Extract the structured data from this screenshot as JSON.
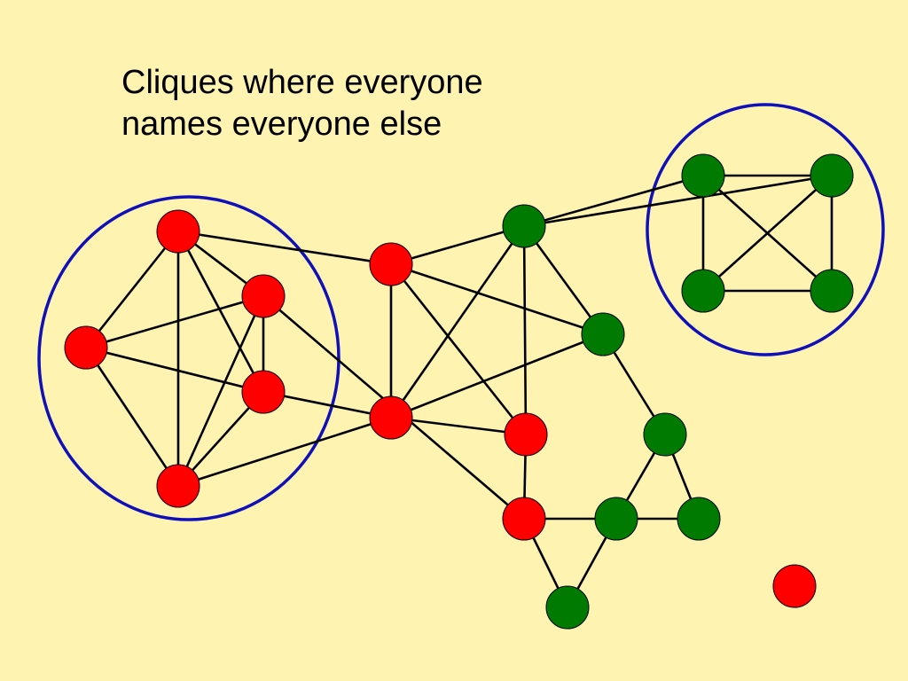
{
  "title": {
    "line1": "Cliques where everyone",
    "line2": "names everyone else"
  },
  "colors": {
    "background": "#FEF3B0",
    "red": "#FF0000",
    "green": "#007A00",
    "ring": "#1010B8",
    "edge": "#000000"
  },
  "nodes": [
    {
      "id": "r1",
      "color": "red"
    },
    {
      "id": "r2",
      "color": "red"
    },
    {
      "id": "r3",
      "color": "red"
    },
    {
      "id": "r4",
      "color": "red"
    },
    {
      "id": "r5",
      "color": "red"
    },
    {
      "id": "r6",
      "color": "red"
    },
    {
      "id": "r7",
      "color": "red"
    },
    {
      "id": "r8",
      "color": "red"
    },
    {
      "id": "r9",
      "color": "red"
    },
    {
      "id": "r10",
      "color": "red"
    },
    {
      "id": "g1",
      "color": "green"
    },
    {
      "id": "g2",
      "color": "green"
    },
    {
      "id": "g3",
      "color": "green"
    },
    {
      "id": "g4",
      "color": "green"
    },
    {
      "id": "g5",
      "color": "green"
    },
    {
      "id": "g6",
      "color": "green"
    },
    {
      "id": "g7",
      "color": "green"
    },
    {
      "id": "g8",
      "color": "green"
    },
    {
      "id": "g9",
      "color": "green"
    },
    {
      "id": "g10",
      "color": "green"
    }
  ],
  "edges": [
    [
      "r1",
      "r2"
    ],
    [
      "r1",
      "r3"
    ],
    [
      "r1",
      "r4"
    ],
    [
      "r1",
      "r5"
    ],
    [
      "r1",
      "r6"
    ],
    [
      "r2",
      "r3"
    ],
    [
      "r2",
      "r4"
    ],
    [
      "r2",
      "r5"
    ],
    [
      "r2",
      "r7"
    ],
    [
      "r3",
      "r4"
    ],
    [
      "r3",
      "r5"
    ],
    [
      "r4",
      "r5"
    ],
    [
      "r4",
      "r8"
    ],
    [
      "r5",
      "r8"
    ],
    [
      "r6",
      "r8"
    ],
    [
      "r6",
      "g1"
    ],
    [
      "r6",
      "g2"
    ],
    [
      "r6",
      "r9"
    ],
    [
      "r8",
      "g1"
    ],
    [
      "r8",
      "g2"
    ],
    [
      "r8",
      "r9"
    ],
    [
      "g1",
      "r9"
    ],
    [
      "g1",
      "g2"
    ],
    [
      "g1",
      "g3"
    ],
    [
      "g1",
      "g4"
    ],
    [
      "g3",
      "g4"
    ],
    [
      "g3",
      "g5"
    ],
    [
      "g3",
      "g6"
    ],
    [
      "g4",
      "g5"
    ],
    [
      "g4",
      "g6"
    ],
    [
      "g5",
      "g6"
    ],
    [
      "g2",
      "g7"
    ],
    [
      "r9",
      "r7"
    ],
    [
      "g7",
      "g8"
    ],
    [
      "g7",
      "g9"
    ],
    [
      "r7",
      "g8"
    ],
    [
      "r7",
      "g10"
    ],
    [
      "g8",
      "g9"
    ],
    [
      "g8",
      "g10"
    ]
  ]
}
